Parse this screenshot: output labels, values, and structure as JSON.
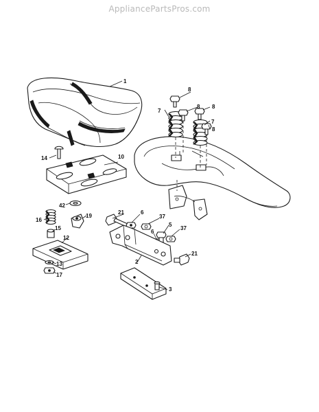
{
  "header": {
    "site": "AppliancePartsPros.com"
  },
  "callouts": [
    {
      "id": "seat",
      "label": "1"
    },
    {
      "id": "lower-bracket",
      "label": "2"
    },
    {
      "id": "bottom-plate",
      "label": "3"
    },
    {
      "id": "hex-bolt",
      "label": "5"
    },
    {
      "id": "nut-upper",
      "label": "6"
    },
    {
      "id": "nut-lower",
      "label": "6"
    },
    {
      "id": "spring-left",
      "label": "7"
    },
    {
      "id": "spring-right",
      "label": "7"
    },
    {
      "id": "bolt-a",
      "label": "8"
    },
    {
      "id": "bolt-b",
      "label": "8"
    },
    {
      "id": "bolt-c",
      "label": "8"
    },
    {
      "id": "bolt-d",
      "label": "8"
    },
    {
      "id": "seat-pan",
      "label": "10"
    },
    {
      "id": "slide-bracket",
      "label": "12"
    },
    {
      "id": "washer-13",
      "label": "13"
    },
    {
      "id": "carriage-bolt-14",
      "label": "14"
    },
    {
      "id": "spring-16",
      "label": "16"
    },
    {
      "id": "nut-17",
      "label": "17"
    },
    {
      "id": "spacer-15",
      "label": "15"
    },
    {
      "id": "knob-19",
      "label": "19"
    },
    {
      "id": "bolt-21-left",
      "label": "21"
    },
    {
      "id": "bolt-21-right",
      "label": "21"
    },
    {
      "id": "nut-37-upper",
      "label": "37"
    },
    {
      "id": "nut-37-lower",
      "label": "37"
    },
    {
      "id": "washer-42",
      "label": "42"
    }
  ]
}
